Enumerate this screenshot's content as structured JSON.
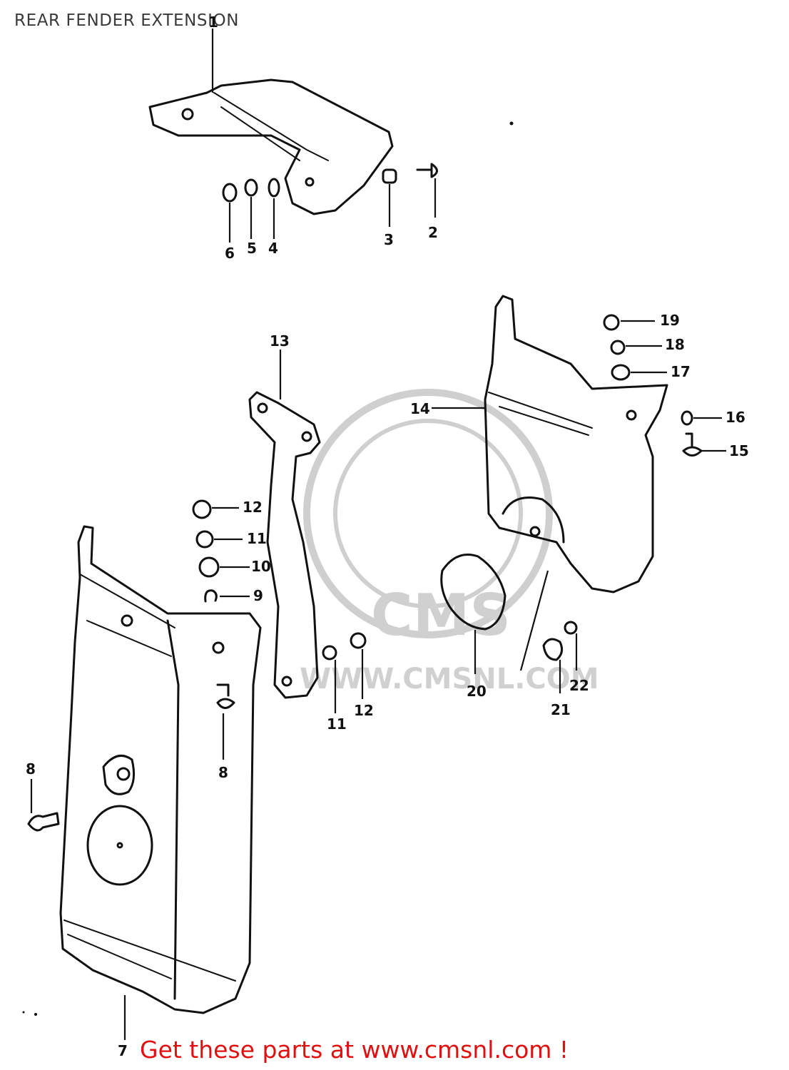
{
  "title": "REAR FENDER EXTENSION",
  "callouts": {
    "c1": "1",
    "c2": "2",
    "c3": "3",
    "c4": "4",
    "c5": "5",
    "c6": "6",
    "c7": "7",
    "c8a": "8",
    "c8b": "8",
    "c9": "9",
    "c10": "10",
    "c11a": "11",
    "c11b": "11",
    "c12a": "12",
    "c12b": "12",
    "c13": "13",
    "c14": "14",
    "c15": "15",
    "c16": "16",
    "c17": "17",
    "c18": "18",
    "c19": "19",
    "c20": "20",
    "c21": "21",
    "c22": "22"
  },
  "watermark": {
    "text1": "CMS",
    "text2": "WWW.CMSNL.COM"
  },
  "footer": "Get these parts at www.cmsnl.com !",
  "colors": {
    "footer": "#e01010",
    "line": "#111111",
    "watermark": "#d0d0d0"
  }
}
